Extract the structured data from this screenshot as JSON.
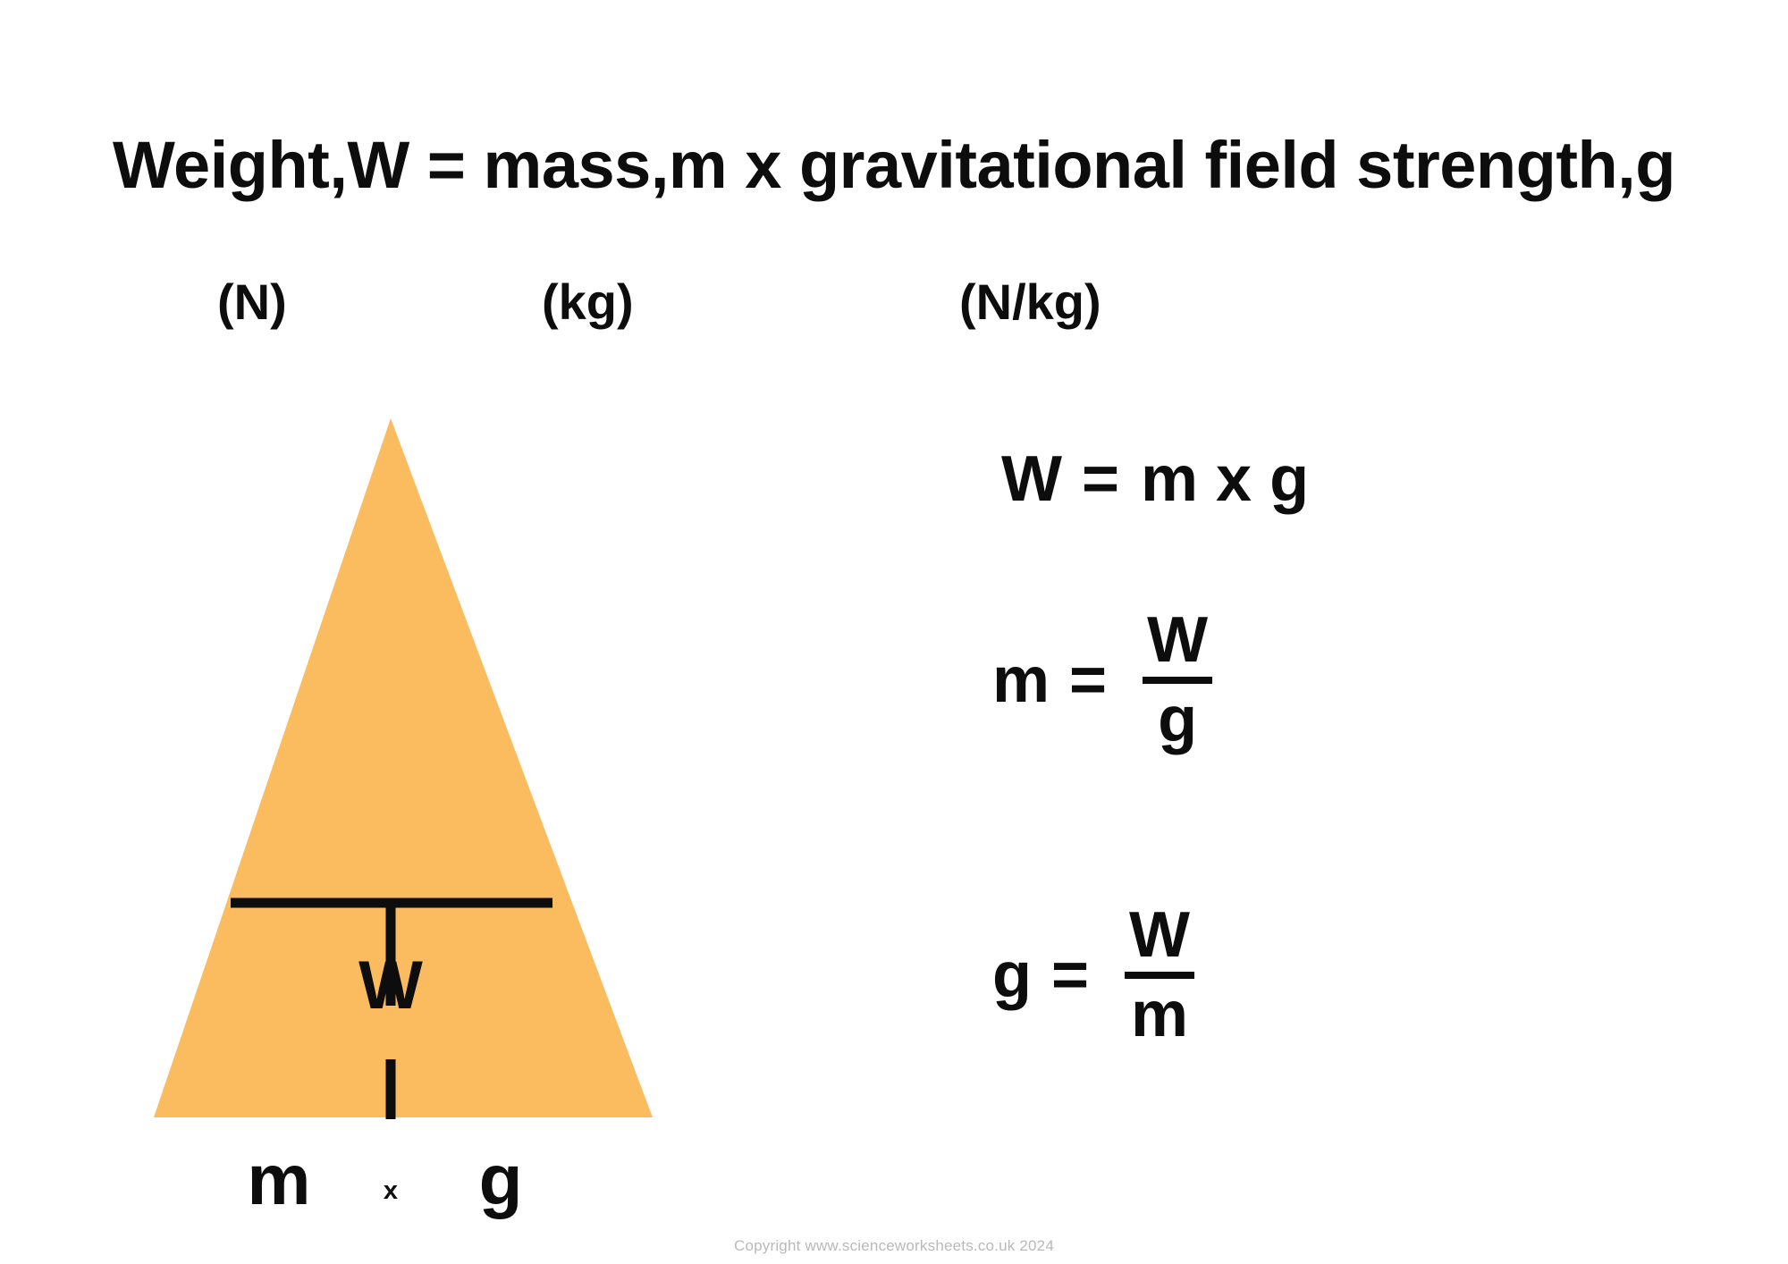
{
  "heading": {
    "title": "Weight,W = mass,m x gravitational field strength,g",
    "units": {
      "weight": "(N)",
      "mass": "(kg)",
      "gravity": "(N/kg)"
    }
  },
  "triangle": {
    "top_label": "W",
    "bottom_left_label": "m",
    "bottom_right_label": "g",
    "operator_label": "x",
    "fill_color": "#FABC5F",
    "line_color": "#0d0d0d"
  },
  "formulas": {
    "product": {
      "lhs": "W",
      "equals": "=",
      "rhs": "m x g"
    },
    "mass": {
      "lhs": "m",
      "equals": "=",
      "numerator": "W",
      "denominator": "g"
    },
    "gravity": {
      "lhs": "g",
      "equals": "=",
      "numerator": "W",
      "denominator": "m"
    }
  },
  "footer": {
    "copyright": "Copyright www.scienceworksheets.co.uk 2024"
  },
  "chart_data": {
    "type": "diagram",
    "title": "Weight,W = mass,m x gravitational field strength,g",
    "diagram_kind": "formula-triangle",
    "quantities": [
      {
        "symbol": "W",
        "name": "Weight",
        "unit": "N",
        "position": "top"
      },
      {
        "symbol": "m",
        "name": "mass",
        "unit": "kg",
        "position": "bottom-left"
      },
      {
        "symbol": "g",
        "name": "gravitational field strength",
        "unit": "N/kg",
        "position": "bottom-right"
      }
    ],
    "relations": [
      "W = m x g",
      "m = W / g",
      "g = W / m"
    ],
    "operator_between_bottom_cells": "x"
  }
}
